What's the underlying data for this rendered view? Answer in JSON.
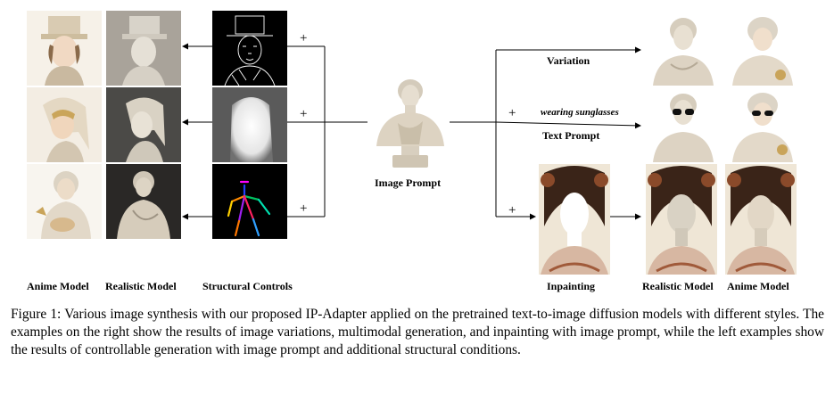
{
  "figure": {
    "left_labels": {
      "anime": "Anime Model",
      "realistic": "Realistic Model",
      "structural": "Structural Controls"
    },
    "center_label": "Image Prompt",
    "right_labels": {
      "variation": "Variation",
      "text_prompt_italic": "wearing sunglasses",
      "text_prompt": "Text Prompt",
      "inpainting": "Inpainting",
      "realistic": "Realistic Model",
      "anime": "Anime Model"
    },
    "plus_sign": "+"
  },
  "caption": "Figure 1: Various image synthesis with our proposed IP-Adapter applied on the pretrained text-to-image diffusion models with different styles. The examples on the right show the results of image variations, multimodal generation, and inpainting with image prompt, while the left examples show the results of controllable generation with image prompt and additional structural conditions.",
  "colors": {
    "marble": "#e9e2d6",
    "marble_shadow": "#bdb3a3",
    "gold": "#c9a45a",
    "hair_dark": "#3a2418",
    "edge_bg": "#000000"
  }
}
